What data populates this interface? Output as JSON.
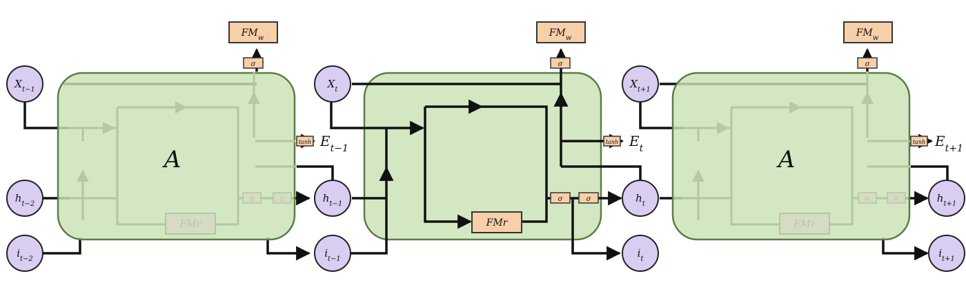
{
  "colors": {
    "cell_fill": "#c9e3b4",
    "cell_stroke": "#5b7d44",
    "node_fill": "#d9cdf2",
    "node_stroke": "#222222",
    "box_fill": "#f7cfa9",
    "box_stroke": "#333333",
    "line": "#111111"
  },
  "cells": {
    "left": {
      "label": "A",
      "inner_box": "FMr",
      "sigma_a": "σ",
      "sigma_b": "σ"
    },
    "middle": {
      "inner_box": "FMr",
      "sigma_a": "σ",
      "sigma_b": "σ"
    },
    "right": {
      "label": "A",
      "inner_box": "FMr",
      "sigma_a": "σ",
      "sigma_b": "σ"
    }
  },
  "write_boxes": {
    "left": {
      "base": "FM",
      "sub": "w",
      "gate": "σ",
      "tanh": "tanh"
    },
    "middle": {
      "base": "FM",
      "sub": "w",
      "gate": "σ",
      "tanh": "tanh"
    },
    "right": {
      "base": "FM",
      "sub": "w",
      "gate": "σ",
      "tanh": "tanh"
    }
  },
  "nodes": {
    "x_tm1": {
      "base": "X",
      "sub": "t−1"
    },
    "h_tm2": {
      "base": "h",
      "sub": "t−2"
    },
    "i_tm2": {
      "base": "i",
      "sub": "t−2"
    },
    "h_tm1": {
      "base": "h",
      "sub": "t−1"
    },
    "i_tm1": {
      "base": "i",
      "sub": "t−1"
    },
    "x_t": {
      "base": "X",
      "sub": "t"
    },
    "h_t": {
      "base": "h",
      "sub": "t"
    },
    "i_t": {
      "base": "i",
      "sub": "t"
    },
    "x_tp1": {
      "base": "X",
      "sub": "t+1"
    },
    "h_tp1": {
      "base": "h",
      "sub": "t+1"
    },
    "i_tp1": {
      "base": "i",
      "sub": "t+1"
    }
  },
  "outputs": {
    "e_tm1": {
      "base": "E",
      "sub": "t−1"
    },
    "e_t": {
      "base": "E",
      "sub": "t"
    },
    "e_tp1": {
      "base": "E",
      "sub": "t+1"
    }
  }
}
